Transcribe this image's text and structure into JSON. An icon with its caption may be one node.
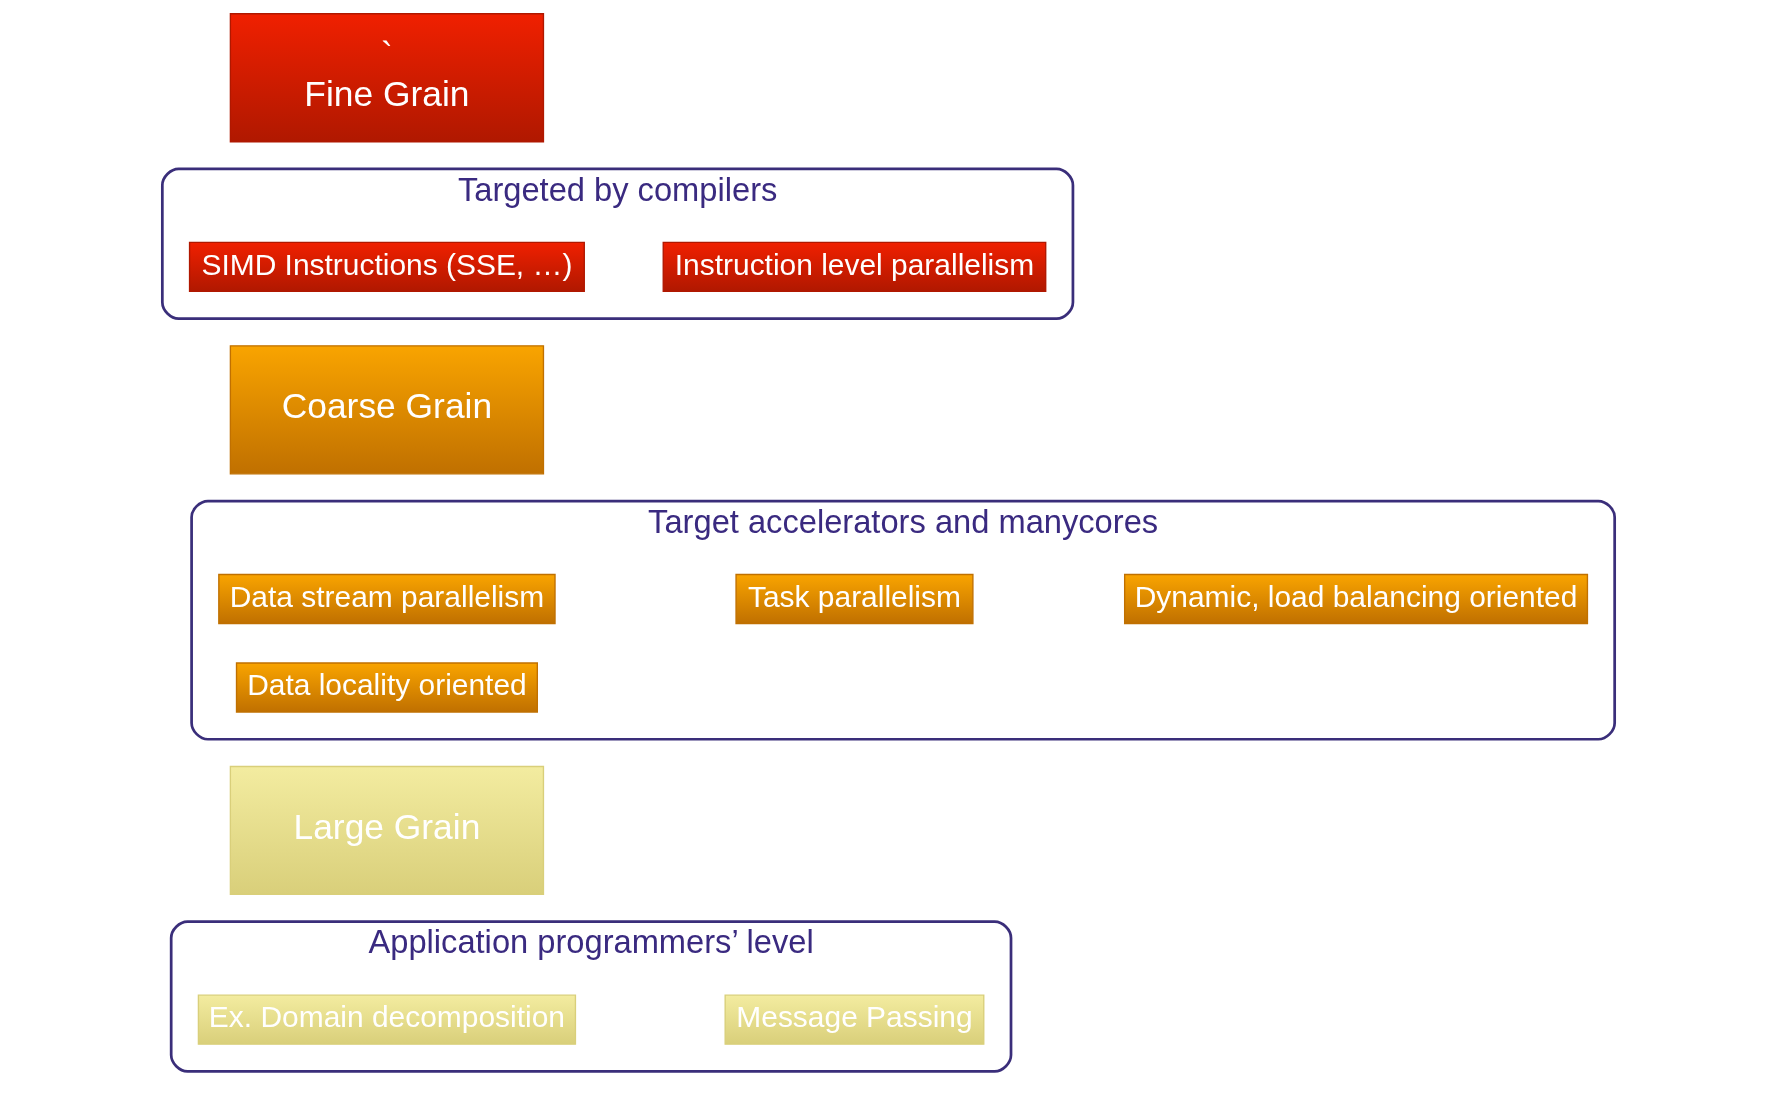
{
  "diagram": {
    "nodes": [
      {
        "text": [
          "Large Grain"
        ]
      },
      {
        "text": [
          "Application programmers’ level"
        ]
      },
      {
        "text": [
          "Message Passing"
        ],
        "in": 1
      },
      {
        "text": [
          "Ex. Domain decomposition"
        ],
        "in": 1
      },
      {
        "text": [
          "Coarse Grain"
        ]
      },
      {
        "text": [
          "Target accelerators and manycores"
        ]
      },
      {
        "text": [
          "Task parallelism"
        ],
        "in": 5
      },
      {
        "text": [
          "Dynamic, load balancing oriented"
        ],
        "in": 5
      },
      {
        "text": [
          "Data stream parallelism"
        ],
        "in": 5
      },
      {
        "text": [
          "Data locality oriented"
        ],
        "in": 5
      },
      {
        "text": [
          "`",
          "Fine Grain"
        ]
      },
      {
        "text": [
          "Targeted by compilers"
        ]
      },
      {
        "text": [
          "Instruction level parallelism"
        ],
        "in": 11
      },
      {
        "text": [
          "SIMD Instructions (SSE, …)"
        ],
        "in": 11
      }
    ],
    "edges": []
  }
}
